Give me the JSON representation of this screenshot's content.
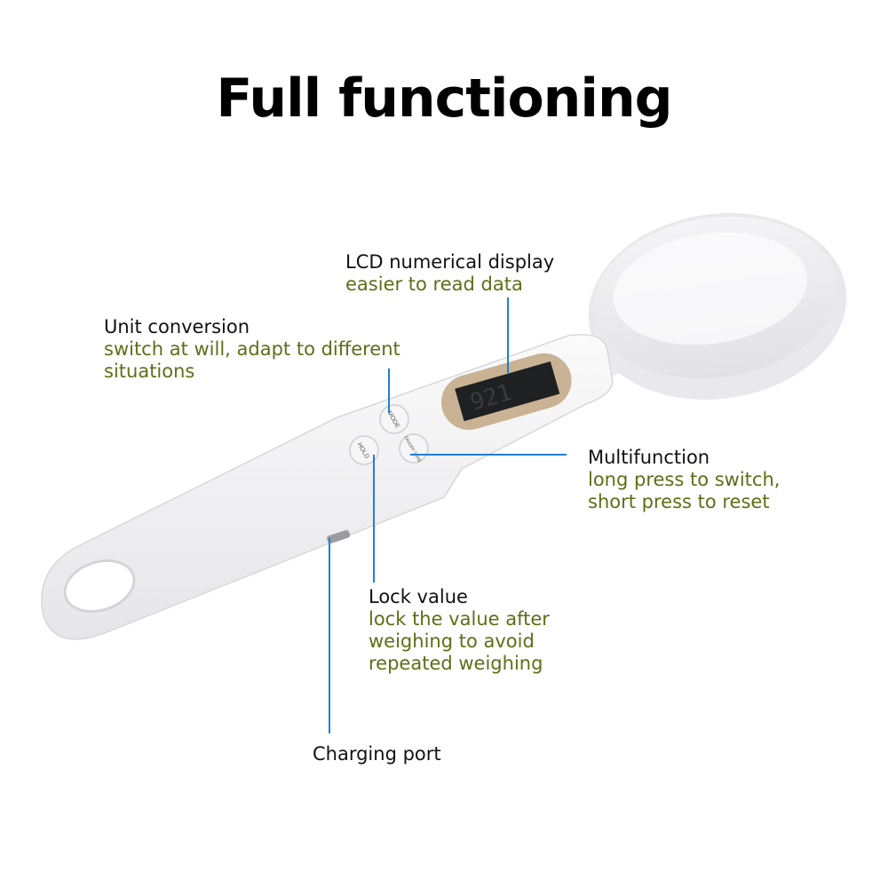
{
  "title": "Full functioning",
  "product": {
    "buttons": [
      "MODE",
      "HOLD",
      "ON/OFF TARE"
    ],
    "accent_line_color": "#1f7fd6",
    "subtitle_color": "#5b7016"
  },
  "callouts": {
    "lcd": {
      "heading": "LCD numerical display",
      "lines": [
        "easier to read data"
      ]
    },
    "unit": {
      "heading": "Unit conversion",
      "lines": [
        "switch at will, adapt to different",
        "situations"
      ]
    },
    "multi": {
      "heading": "Multifunction",
      "lines": [
        "long press to switch,",
        "short press to reset"
      ]
    },
    "lock": {
      "heading": "Lock value",
      "lines": [
        "lock the value after",
        "weighing to avoid",
        "repeated weighing"
      ]
    },
    "charging": {
      "heading": "Charging port"
    }
  }
}
